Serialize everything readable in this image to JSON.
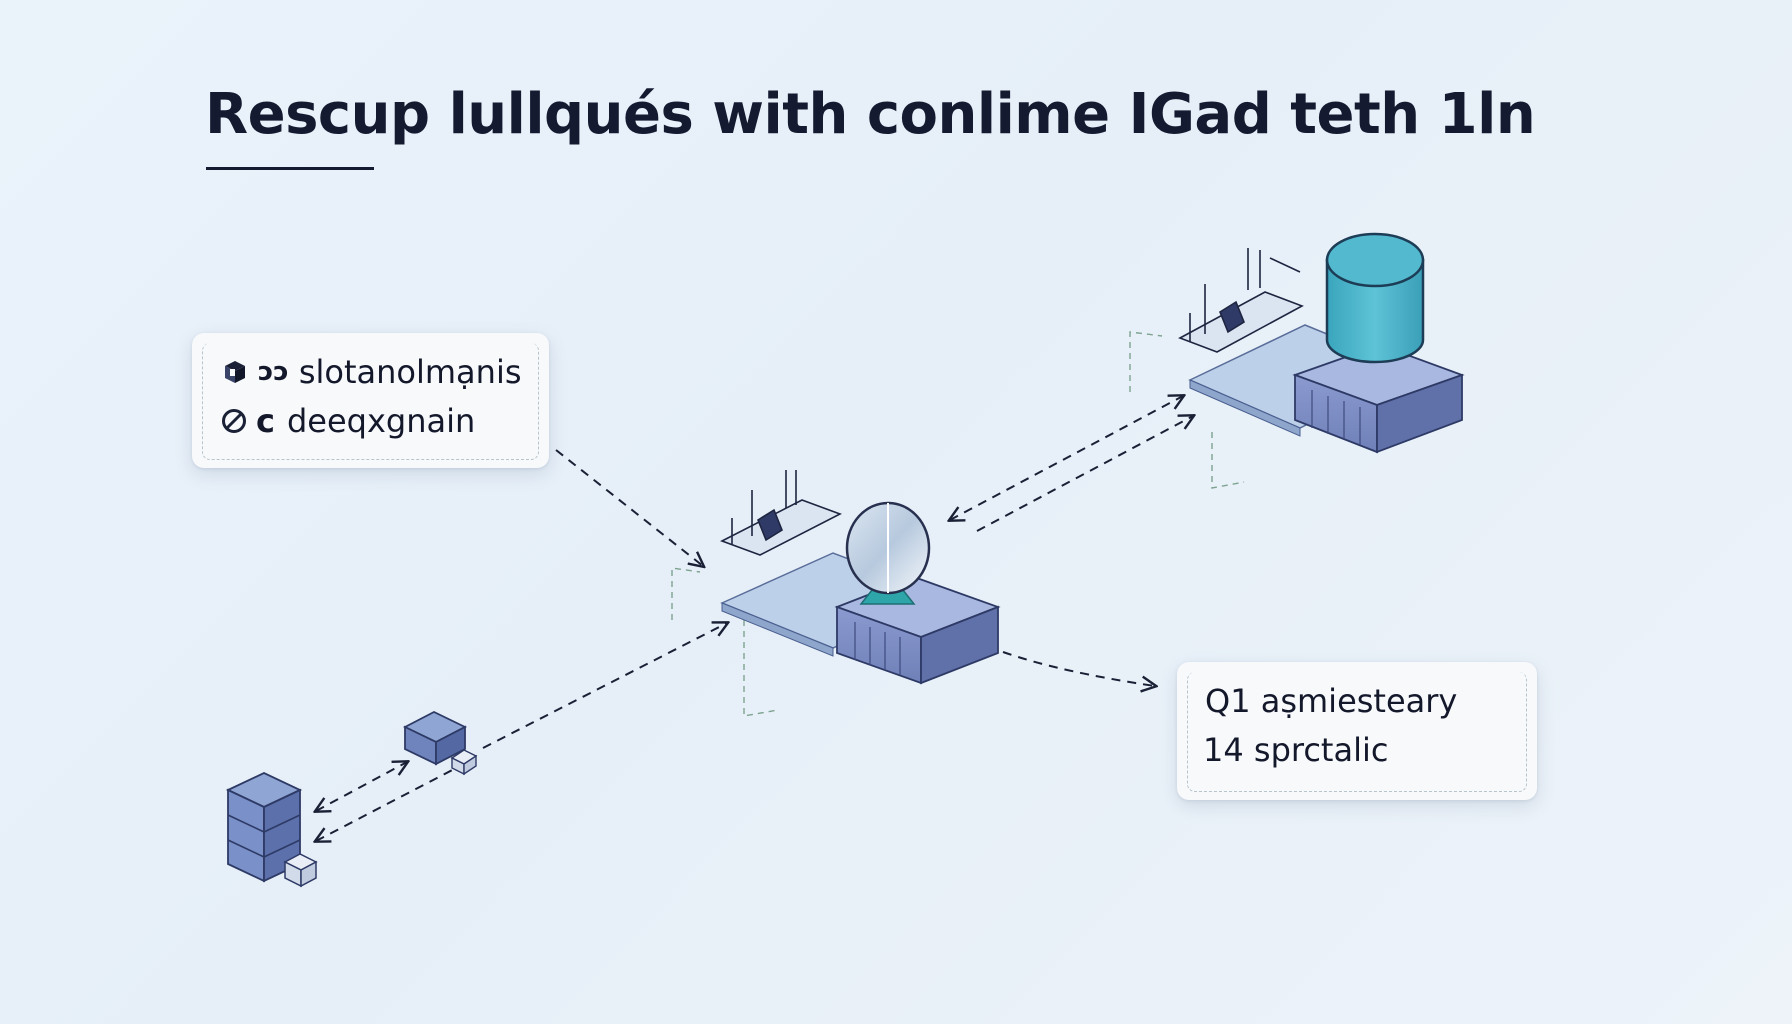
{
  "title": "Rescup lullqués with conlime IGad teth 1ln",
  "callouts": {
    "left": {
      "line1": {
        "prefix": "ɔɔ",
        "text": "slotanolmạnis"
      },
      "line2": {
        "prefix": "c",
        "text": "deeqxgnain"
      }
    },
    "right": {
      "line1": "Q1 aṣmiesteary",
      "line2": "14 sprctalic"
    }
  },
  "icons": [
    "cube-icon",
    "no-entry-icon",
    "server-icon",
    "satellite-dish-icon",
    "database-icon",
    "stacked-blocks-icon",
    "small-cube-icon"
  ],
  "colors": {
    "background": "#e8f0f9",
    "ink": "#14182b",
    "server_blue": "#7d8fc4",
    "platform_blue": "#b9cde8",
    "cylinder_teal": "#4bb3c8",
    "dish_white": "#f4f8fb"
  }
}
